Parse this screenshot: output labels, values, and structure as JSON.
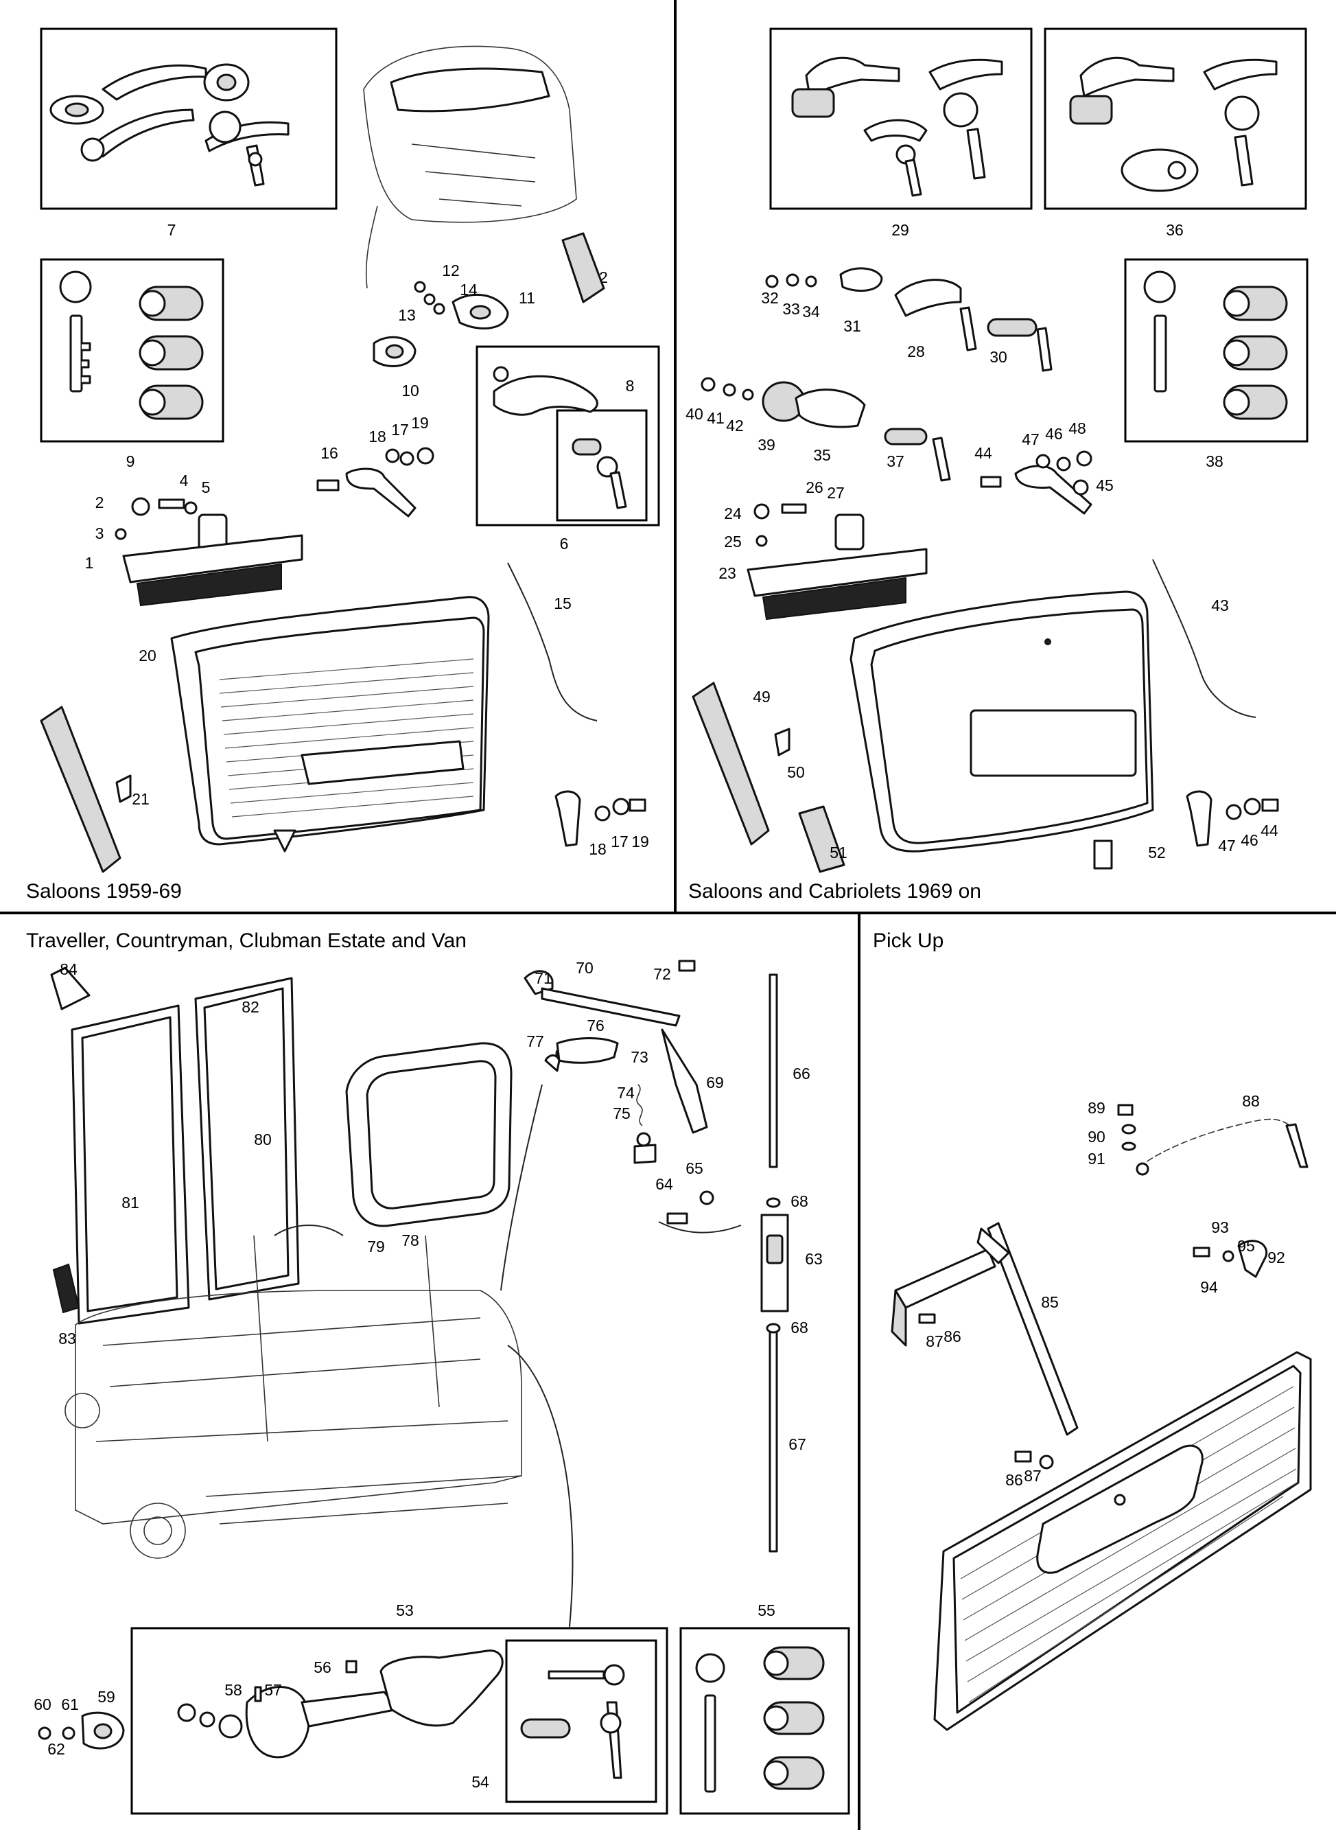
{
  "sections": {
    "saloons_1959": {
      "caption": "Saloons 1959-69"
    },
    "saloons_1969": {
      "caption": "Saloons and Cabriolets 1969 on"
    },
    "estate": {
      "caption": "Traveller, Countryman, Clubman Estate and Van"
    },
    "pickup": {
      "caption": "Pick Up"
    }
  },
  "callouts": {
    "c1": "1",
    "c2": "2",
    "c3": "3",
    "c4": "4",
    "c5": "5",
    "c6": "6",
    "c7": "7",
    "c8": "8",
    "c9": "9",
    "c10": "10",
    "c11": "11",
    "c12": "12",
    "c13": "13",
    "c14": "14",
    "c15": "15",
    "c16": "16",
    "c17": "17",
    "c17b": "17",
    "c18": "18",
    "c18b": "18",
    "c19": "19",
    "c19b": "19",
    "c20": "20",
    "c21": "21",
    "c22": "22",
    "c23": "23",
    "c24": "24",
    "c25": "25",
    "c26": "26",
    "c27": "27",
    "c28": "28",
    "c29": "29",
    "c30": "30",
    "c31": "31",
    "c32": "32",
    "c33": "33",
    "c34": "34",
    "c35": "35",
    "c36": "36",
    "c37": "37",
    "c38": "38",
    "c39": "39",
    "c40": "40",
    "c41": "41",
    "c42": "42",
    "c43": "43",
    "c44": "44",
    "c44b": "44",
    "c45": "45",
    "c46": "46",
    "c46b": "46",
    "c47": "47",
    "c47b": "47",
    "c48": "48",
    "c49": "49",
    "c50": "50",
    "c51": "51",
    "c52": "52",
    "c53": "53",
    "c54": "54",
    "c55": "55",
    "c56": "56",
    "c57": "57",
    "c58": "58",
    "c59": "59",
    "c60": "60",
    "c61": "61",
    "c62": "62",
    "c63": "63",
    "c64": "64",
    "c65": "65",
    "c66": "66",
    "c67": "67",
    "c68": "68",
    "c68b": "68",
    "c69": "69",
    "c70": "70",
    "c71": "71",
    "c72": "72",
    "c73": "73",
    "c74": "74",
    "c75": "75",
    "c76": "76",
    "c77": "77",
    "c78": "78",
    "c79": "79",
    "c80": "80",
    "c81": "81",
    "c82": "82",
    "c83": "83",
    "c84": "84",
    "c85": "85",
    "c86": "86",
    "c86b": "86",
    "c87": "87",
    "c87b": "87",
    "c88": "88",
    "c89": "89",
    "c90": "90",
    "c91": "91",
    "c92": "92",
    "c93": "93",
    "c94": "94",
    "c95": "95"
  }
}
